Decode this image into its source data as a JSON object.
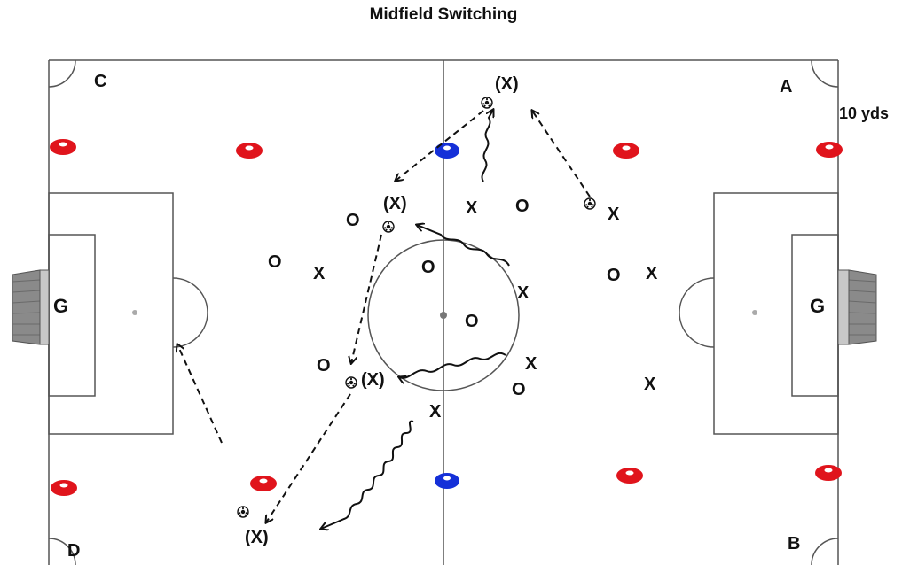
{
  "title": "Midfield Switching",
  "distance_label": "10 yds",
  "corners": [
    {
      "id": "c",
      "label": "C"
    },
    {
      "id": "a",
      "label": "A"
    },
    {
      "id": "d",
      "label": "D"
    },
    {
      "id": "b",
      "label": "B"
    }
  ],
  "keepers": [
    {
      "id": "left",
      "label": "G"
    },
    {
      "id": "right",
      "label": "G"
    }
  ],
  "players": [
    {
      "id": "x-1",
      "label": "(X)"
    },
    {
      "id": "x-2",
      "label": "(X)"
    },
    {
      "id": "x-3",
      "label": "(X)"
    },
    {
      "id": "x-4",
      "label": "(X)"
    },
    {
      "id": "x-5",
      "label": "X"
    },
    {
      "id": "x-6",
      "label": "X"
    },
    {
      "id": "x-7",
      "label": "X"
    },
    {
      "id": "x-8",
      "label": "X"
    },
    {
      "id": "x-9",
      "label": "X"
    },
    {
      "id": "x-10",
      "label": "X"
    },
    {
      "id": "x-11",
      "label": "X"
    },
    {
      "id": "x-12",
      "label": "X"
    },
    {
      "id": "o-1",
      "label": "O"
    },
    {
      "id": "o-2",
      "label": "O"
    },
    {
      "id": "o-3",
      "label": "O"
    },
    {
      "id": "o-4",
      "label": "O"
    },
    {
      "id": "o-5",
      "label": "O"
    },
    {
      "id": "o-6",
      "label": "O"
    },
    {
      "id": "o-7",
      "label": "O"
    },
    {
      "id": "o-8",
      "label": "O"
    }
  ],
  "colors": {
    "line": "#555555",
    "red_cone": "#e0141c",
    "blue_cone": "#1530d8",
    "goal": "#8a8a8a"
  }
}
